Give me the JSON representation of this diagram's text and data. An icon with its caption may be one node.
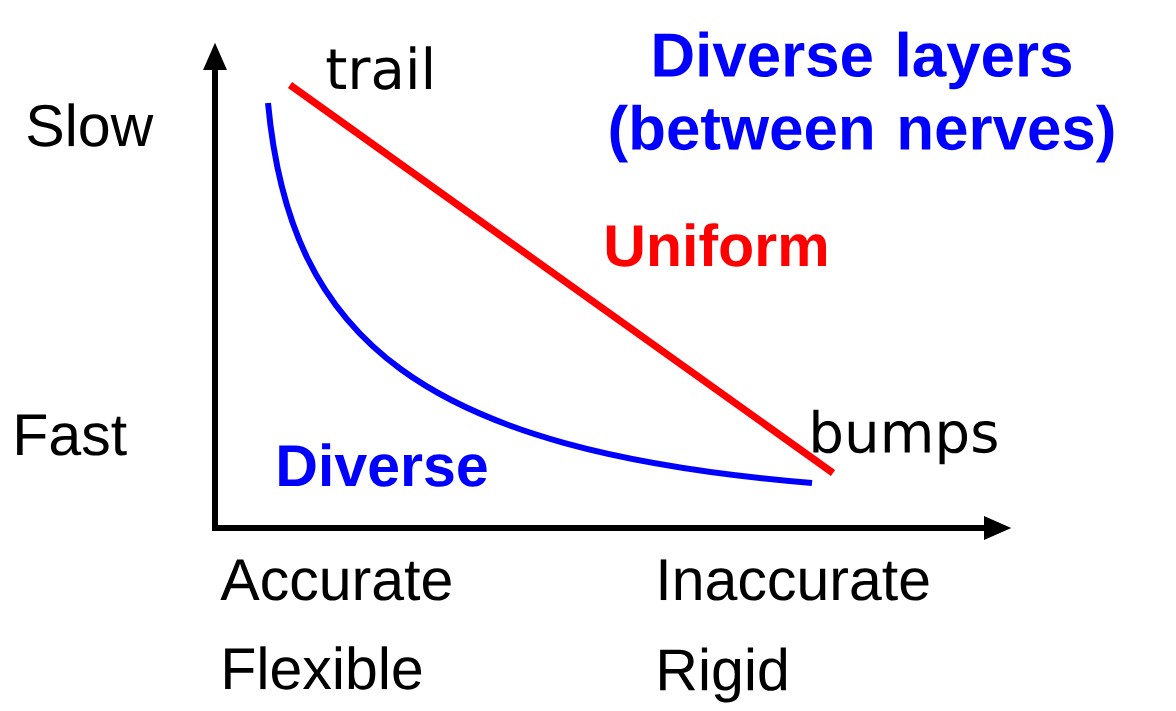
{
  "diagram": {
    "title": "Diverse layers (between nerves)",
    "labels": [
      "trail",
      "Slow",
      "Uniform",
      "Fast",
      "bumps",
      "Diverse",
      "Accurate",
      "Inaccurate",
      "Flexible",
      "Rigid"
    ]
  }
}
